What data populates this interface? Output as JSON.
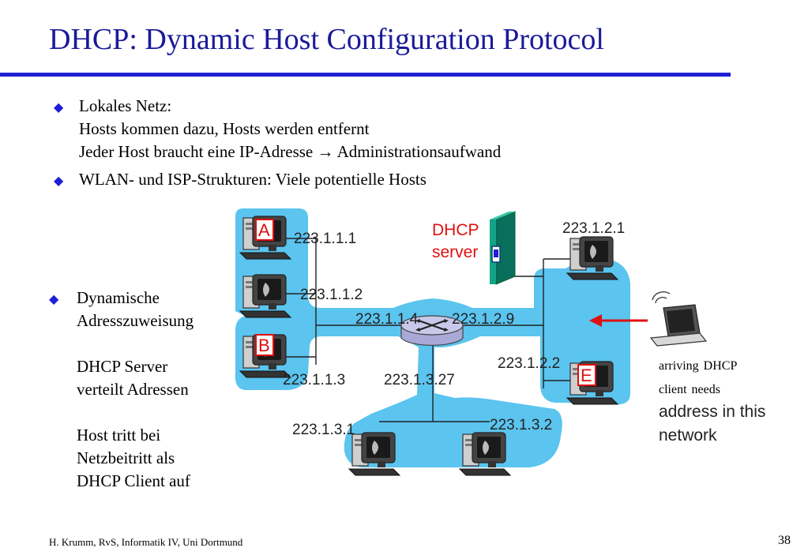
{
  "title": "DHCP: Dynamic Host Configuration Protocol",
  "bullets": {
    "b1_line1": "Lokales Netz:",
    "b1_line2": "Hosts kommen dazu, Hosts werden entfernt",
    "b1_line3a": "Jeder Host braucht eine IP-Adresse",
    "b1_arrow": "→",
    "b1_line3b": "Administrationsaufwand",
    "b2": "WLAN- und ISP-Strukturen: Viele potentielle Hosts"
  },
  "side": {
    "p1a": "Dynamische",
    "p1b": "Adresszuweisung",
    "p2a": "DHCP Server",
    "p2b": "verteilt Adressen",
    "p3a": "Host tritt bei",
    "p3b": "Netzbeitritt als",
    "p3c": "DHCP Client auf"
  },
  "diagram": {
    "hosts": {
      "a": "A",
      "b": "B",
      "e": "E"
    },
    "ips": {
      "h1": "223.1.1.1",
      "h2": "223.1.1.2",
      "h3": "223.1.1.3",
      "r1": "223.1.1.4",
      "r2": "223.1.2.9",
      "r3": "223.1.3.27",
      "h21": "223.1.2.1",
      "h22": "223.1.2.2",
      "h31": "223.1.3.1",
      "h32": "223.1.3.2"
    },
    "server_label_1": "DHCP",
    "server_label_2": "server",
    "client_line1a": "arriving",
    "client_line1b": "DHCP",
    "client_line2a": "client",
    "client_line2b": "needs",
    "client_line3": "address in this",
    "client_line4": "network",
    "colors": {
      "network": "#5bc4ef",
      "accent": "#e01010",
      "server": "#0f8f78"
    }
  },
  "footer": "H. Krumm, RvS, Informatik IV, Uni Dortmund",
  "page_number": "38"
}
